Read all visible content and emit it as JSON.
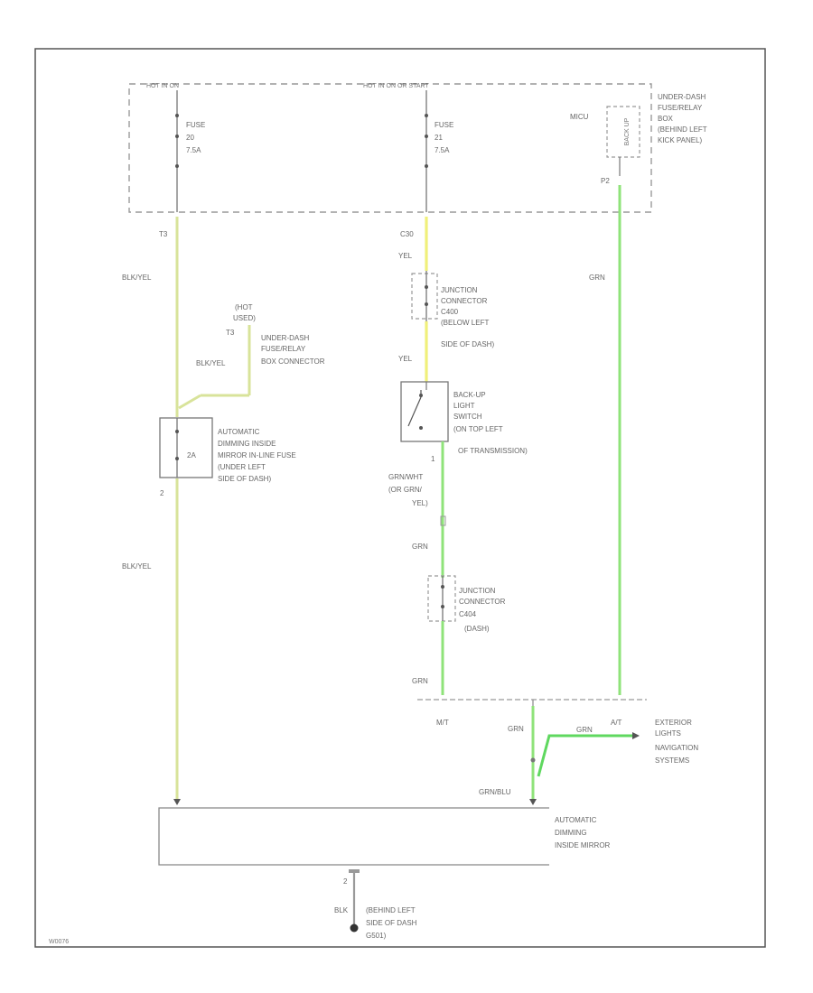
{
  "diagram_id": "W0076",
  "colors": {
    "border": "#555555",
    "dashed_box": "#999999",
    "wire_blk_yel": "#d8e39a",
    "wire_yel": "#f0f07a",
    "wire_grn": "#8fe37a",
    "wire_grn_bright": "#5fd85f",
    "component": "#777777",
    "text": "#666666"
  },
  "fuse_box": {
    "left_header": "HOT IN ON",
    "middle_header": "HOT IN ON OR START",
    "fuse_left": {
      "name": "FUSE",
      "number": "20",
      "rating": "7.5A"
    },
    "fuse_mid": {
      "name": "FUSE",
      "number": "21",
      "rating": "7.5A"
    },
    "relay_terminal": "MICU",
    "relay_label": "BACK UP",
    "relay_pin": "P2",
    "box_label": [
      "UNDER-DASH",
      "FUSE/RELAY",
      "BOX",
      "(BEHIND LEFT",
      "KICK PANEL)"
    ]
  },
  "left_circuit": {
    "pin_top": "T3",
    "wire_top": "BLK/YEL",
    "hot_label": [
      "(HOT",
      "USED)"
    ],
    "connector_pin": "T3",
    "connector_label": [
      "UNDER-DASH",
      "FUSE/RELAY",
      "BOX CONNECTOR"
    ],
    "wire_mid": "BLK/YEL",
    "inline_fuse_rating": "2A",
    "inline_fuse_label": [
      "AUTOMATIC",
      "DIMMING INSIDE",
      "MIRROR IN-LINE FUSE",
      "(UNDER LEFT",
      "SIDE OF DASH)"
    ],
    "fuse_pin": "2",
    "wire_bottom": "BLK/YEL"
  },
  "middle_circuit": {
    "pin_top": "C30",
    "wire_1": "YEL",
    "junction_1": [
      "JUNCTION",
      "CONNECTOR",
      "C400",
      "(BELOW LEFT",
      "SIDE OF DASH)"
    ],
    "wire_2": "YEL",
    "switch_label": [
      "BACK-UP",
      "LIGHT",
      "SWITCH",
      "(ON TOP LEFT",
      "OF TRANSMISSION)"
    ],
    "switch_pin": "1",
    "wire_3": [
      "GRN/WHT",
      "(OR GRN/",
      "YEL)"
    ],
    "wire_4": "GRN",
    "junction_2": [
      "JUNCTION",
      "CONNECTOR",
      "C404",
      "(DASH)"
    ],
    "wire_5": "GRN"
  },
  "right_circuit": {
    "wire": "GRN"
  },
  "splice": {
    "mt_label": "M/T",
    "at_label": "A/T",
    "wire_left": "GRN",
    "wire_right": "GRN",
    "wire_bottom": "GRN/BLU",
    "exterior_label": [
      "EXTERIOR",
      "LIGHTS",
      "NAVIGATION",
      "SYSTEMS"
    ]
  },
  "mirror": {
    "label": [
      "AUTOMATIC",
      "DIMMING",
      "INSIDE MIRROR"
    ],
    "ground_pin": "2",
    "ground_wire": "BLK",
    "ground_label": [
      "(BEHIND LEFT",
      "SIDE OF DASH",
      "G501)"
    ]
  }
}
